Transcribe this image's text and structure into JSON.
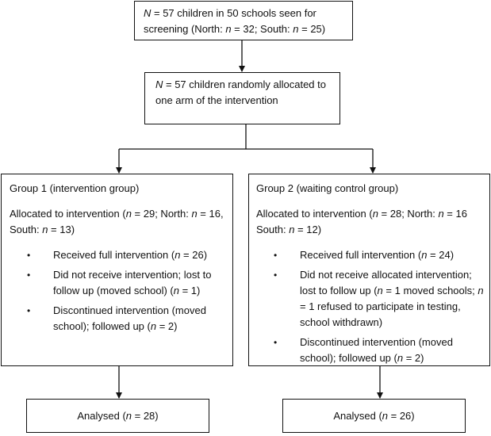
{
  "screening": {
    "n_label": "N",
    "line1_rest": " = 57 children in 50 schools seen for",
    "line2_pre": "screening (North: ",
    "n1": "n",
    "line2_mid": " = 32; South: ",
    "n2": "n",
    "line2_end": " = 25)"
  },
  "allocation": {
    "n_label": "N",
    "line1_rest": " = 57 children randomly allocated to",
    "line2": "one arm of the intervention"
  },
  "group1": {
    "title": "Group 1 (intervention group)",
    "alloc_pre": "Allocated to intervention (",
    "alloc_n1": "n",
    "alloc_mid1": " = 29; North: ",
    "alloc_n2": "n",
    "alloc_mid2": " = 16,",
    "alloc_line2_pre": "South: ",
    "alloc_n3": "n",
    "alloc_end": " = 13)",
    "bullet": "•",
    "items": [
      {
        "pre": "Received full intervention (",
        "n": "n",
        "post": " = 26)"
      },
      {
        "pre": "Did not receive intervention; lost to follow up (moved school) (",
        "n": "n",
        "post": " = 1)"
      },
      {
        "pre": "Discontinued intervention (moved school); followed up (",
        "n": "n",
        "post": " = 2)"
      }
    ]
  },
  "group2": {
    "title": "Group 2 (waiting control group)",
    "alloc_pre": "Allocated to intervention (",
    "alloc_n1": "n",
    "alloc_mid1": " = 28; North: ",
    "alloc_n2": "n",
    "alloc_mid2": " = 16",
    "alloc_line2_pre": "South: ",
    "alloc_n3": "n",
    "alloc_end": " = 12)",
    "bullet": "•",
    "items": [
      {
        "pre": "Received full intervention (",
        "n": "n",
        "post": " = 24)"
      },
      {
        "pre": "Did not receive allocated intervention; lost to follow up (",
        "n": "n",
        "mid": " = 1 moved schools; ",
        "n2": "n",
        "post": " = 1 refused to participate in testing, school withdrawn)"
      },
      {
        "pre": "Discontinued intervention (moved school); followed up (",
        "n": "n",
        "post": " = 2)"
      }
    ]
  },
  "analysed1": {
    "pre": "Analysed (",
    "n": "n",
    "post": " = 28)"
  },
  "analysed2": {
    "pre": "Analysed (",
    "n": "n",
    "post": " = 26)"
  },
  "colors": {
    "line": "#111111",
    "background": "#ffffff"
  }
}
